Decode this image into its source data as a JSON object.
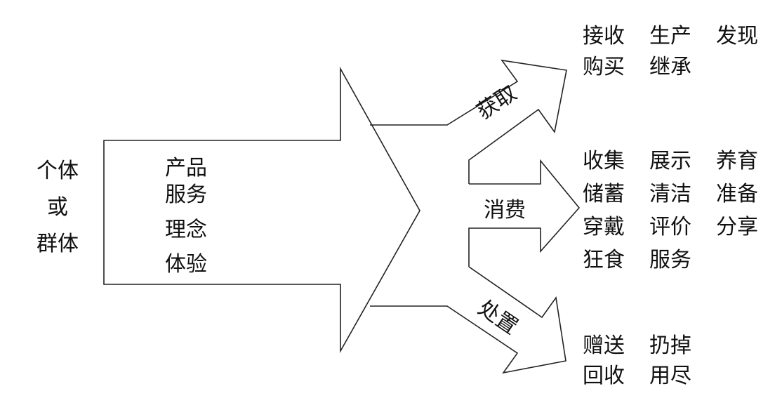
{
  "subject": {
    "line1": "个体",
    "line2": "或",
    "line3": "群体"
  },
  "offerings": [
    "产品",
    "服务",
    "理念",
    "体验"
  ],
  "stages": {
    "acquire": {
      "label": "获取",
      "items": [
        "接收",
        "生产",
        "发现",
        "购买",
        "继承"
      ]
    },
    "consume": {
      "label": "消费",
      "items": [
        "收集",
        "展示",
        "养育",
        "储蓄",
        "清洁",
        "准备",
        "穿戴",
        "评价",
        "分享",
        "狂食",
        "服务"
      ]
    },
    "dispose": {
      "label": "处置",
      "items": [
        "赠送",
        "扔掉",
        "回收",
        "用尽"
      ]
    }
  },
  "colors": {
    "stroke": "#222222",
    "text": "#111111",
    "background": "#ffffff"
  }
}
